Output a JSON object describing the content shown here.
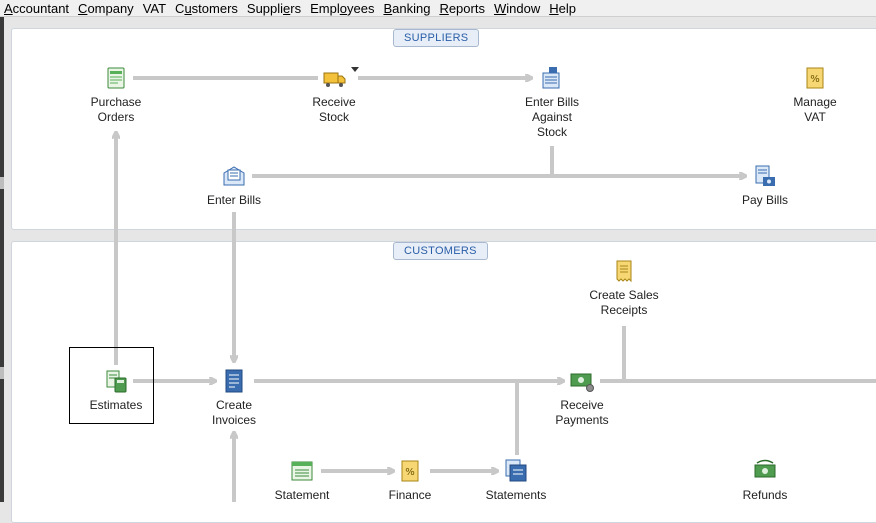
{
  "menubar": {
    "items": [
      {
        "pre": "",
        "ul": "A",
        "post": "ccountant"
      },
      {
        "pre": "",
        "ul": "C",
        "post": "ompany"
      },
      {
        "pre": "VAT",
        "ul": "",
        "post": ""
      },
      {
        "pre": "C",
        "ul": "u",
        "post": "stomers"
      },
      {
        "pre": "Suppli",
        "ul": "e",
        "post": "rs"
      },
      {
        "pre": "Empl",
        "ul": "o",
        "post": "yees"
      },
      {
        "pre": "",
        "ul": "B",
        "post": "anking"
      },
      {
        "pre": "",
        "ul": "R",
        "post": "eports"
      },
      {
        "pre": "",
        "ul": "W",
        "post": "indow"
      },
      {
        "pre": "",
        "ul": "H",
        "post": "elp"
      }
    ]
  },
  "suppliers": {
    "tab_label": "SUPPLIERS",
    "purchase_orders": [
      "Purchase",
      "Orders"
    ],
    "receive_stock": [
      "Receive",
      "Stock"
    ],
    "enter_bills_against_stock": [
      "Enter Bills",
      "Against",
      "Stock"
    ],
    "manage_vat": [
      "Manage",
      "VAT"
    ],
    "enter_bills": [
      "Enter Bills"
    ],
    "pay_bills": [
      "Pay Bills"
    ]
  },
  "customers": {
    "tab_label": "CUSTOMERS",
    "create_sales_receipts": [
      "Create Sales",
      "Receipts"
    ],
    "estimates": [
      "Estimates"
    ],
    "create_invoices": [
      "Create",
      "Invoices"
    ],
    "receive_payments": [
      "Receive",
      "Payments"
    ],
    "statement_charges": [
      "Statement"
    ],
    "finance_charges": [
      "Finance"
    ],
    "statements": [
      "Statements"
    ],
    "refunds": [
      "Refunds"
    ]
  },
  "colors": {
    "arrow": "#c8c8c8",
    "tab_text": "#2a5ea8",
    "panel_border": "#cfd6dd"
  }
}
